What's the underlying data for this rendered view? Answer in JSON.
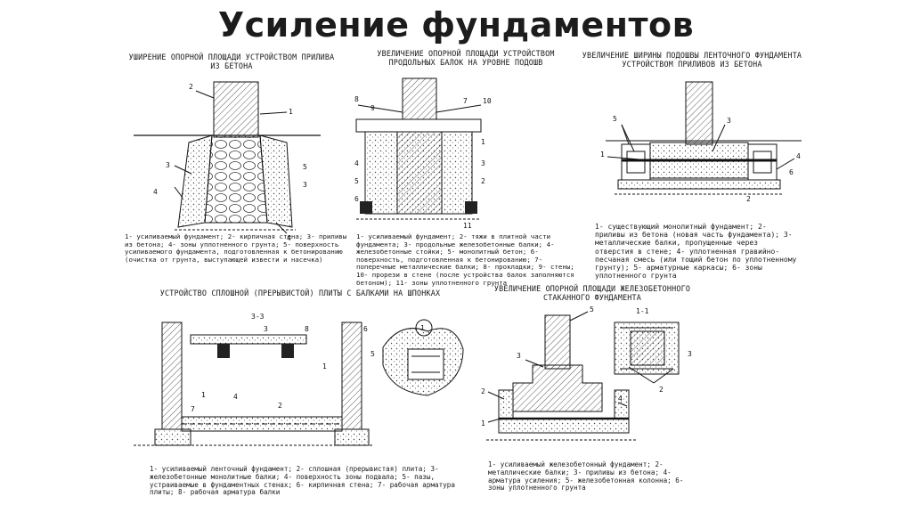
{
  "title": "Усиление фундаментов",
  "panels": {
    "p1": {
      "caption": "Уширение опорной площади устройством прилива из бетона",
      "legend": "1- усиливаемый фундамент; 2- кирпичная стена; 3- приливы из бетона; 4- зоны уплотненного грунта; 5- поверхность усиливаемого фундамента, подготовленная к бетонированию (очистка от грунта, выступающей извести и насечка)",
      "labels": [
        "2",
        "1",
        "3",
        "5",
        "4",
        "4",
        "3"
      ]
    },
    "p2": {
      "caption": "Увеличение опорной площади устройством продольных балок на уровне подошв",
      "legend": "1- усиливаемый фундамент; 2- тяжи в плитной части фундамента; 3- продольные железобетонные балки; 4- железобетонные стойки; 5- монолитный бетон; 6- поверхность, подготовленная к бетонированию; 7- поперечные металлические балки; 8- прокладки; 9- стены; 10- прорези в стене (после устройства балок заполняются бетоном); 11- зоны уплотненного грунта",
      "labels": [
        "8",
        "9",
        "7",
        "10",
        "4",
        "1",
        "3",
        "2",
        "5",
        "6",
        "11"
      ]
    },
    "p3": {
      "caption": "Увеличение ширины подошвы ленточного фундамента устройством приливов из бетона",
      "legend": "1- существующий монолитный фундамент; 2- приливы из бетона (новая часть фундамента); 3- металлические балки, пропущенные через отверстия в стене; 4- уплотненная гравийно-песчаная смесь (или тощий бетон по уплотненному грунту); 5- арматурные каркасы; 6- зоны уплотненного грунта",
      "labels": [
        "5",
        "3",
        "1",
        "4",
        "6",
        "2"
      ]
    },
    "p4": {
      "caption": "Устройство сплошной (прерывистой) плиты с балками на шпонках",
      "legend": "1- усиливаемый ленточный фундамент; 2- сплошная (прерывистая) плита; 3- железобетонные монолитные балки; 4- поверхность зоны подвала; 5- пазы, устраиваемые в фундаментных стенах; 6- кирпичная стена; 7- рабочая арматура плиты; 8- рабочая арматура балки",
      "labels": [
        "3-3",
        "3",
        "8",
        "6",
        "1",
        "7",
        "4",
        "2",
        "5",
        "1"
      ]
    },
    "p5": {
      "caption": "Увеличение опорной площади железобетонного стаканного фундамента",
      "legend": "1- усиливаемый железобетонный фундамент; 2- металлические балки; 3- приливы из бетона; 4- арматура усиления; 5- железобетонная колонна; 6- зоны уплотненного грунта",
      "labels": [
        "1-1",
        "5",
        "3",
        "2",
        "1",
        "4",
        "3",
        "2"
      ]
    }
  }
}
